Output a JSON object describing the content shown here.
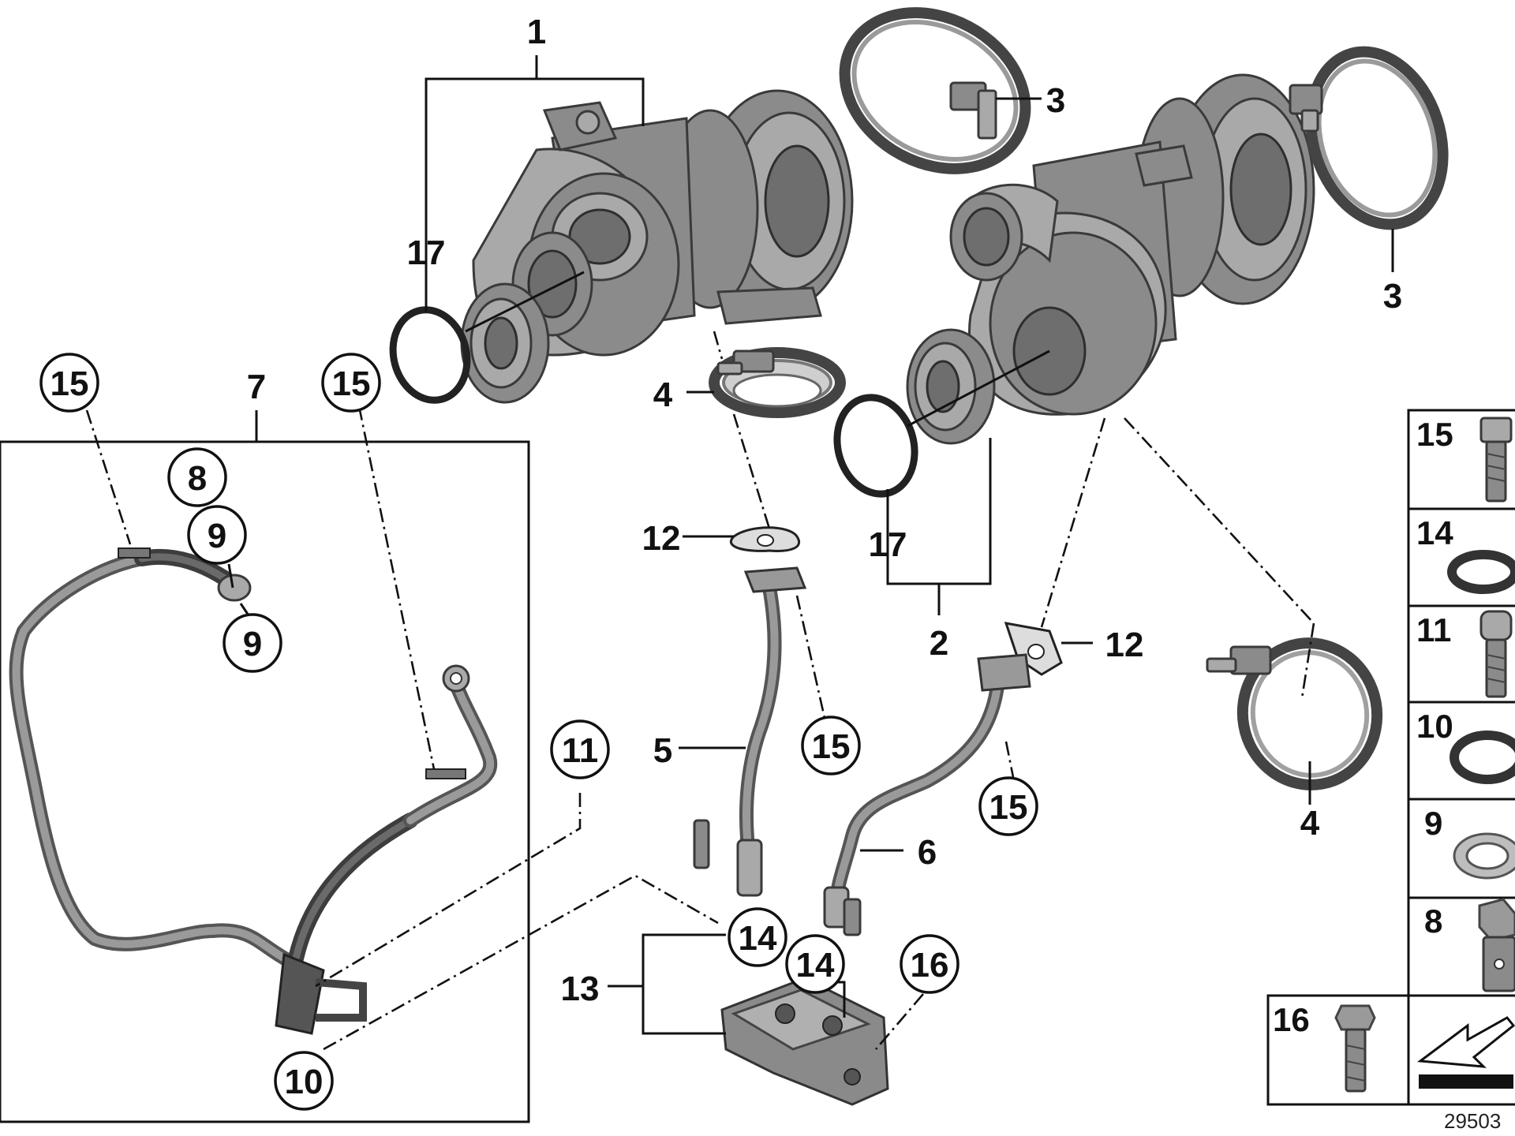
{
  "callouts": {
    "c1": "1",
    "c2": "2",
    "c3a": "3",
    "c3b": "3",
    "c4a": "4",
    "c4b": "4",
    "c5": "5",
    "c6": "6",
    "c7": "7",
    "c8": "8",
    "c9a": "9",
    "c9b": "9",
    "c10": "10",
    "c11": "11",
    "c12a": "12",
    "c12b": "12",
    "c13": "13",
    "c14a": "14",
    "c14b": "14",
    "c15a": "15",
    "c15b": "15",
    "c15c": "15",
    "c15d": "15",
    "c16": "16",
    "c17a": "17",
    "c17b": "17"
  },
  "legend": {
    "items": [
      {
        "number": "15",
        "icon": "bolt-icon"
      },
      {
        "number": "14",
        "icon": "seal-ring-icon"
      },
      {
        "number": "11",
        "icon": "bolt-icon"
      },
      {
        "number": "10",
        "icon": "seal-ring-icon"
      },
      {
        "number": "9",
        "icon": "washer-icon"
      },
      {
        "number": "8",
        "icon": "banjo-bolt-icon"
      }
    ],
    "bottom_number": "16",
    "bottom_icon": "bolt-icon",
    "arrow_icon": "direction-arrow-icon"
  },
  "reference_number": "29503"
}
